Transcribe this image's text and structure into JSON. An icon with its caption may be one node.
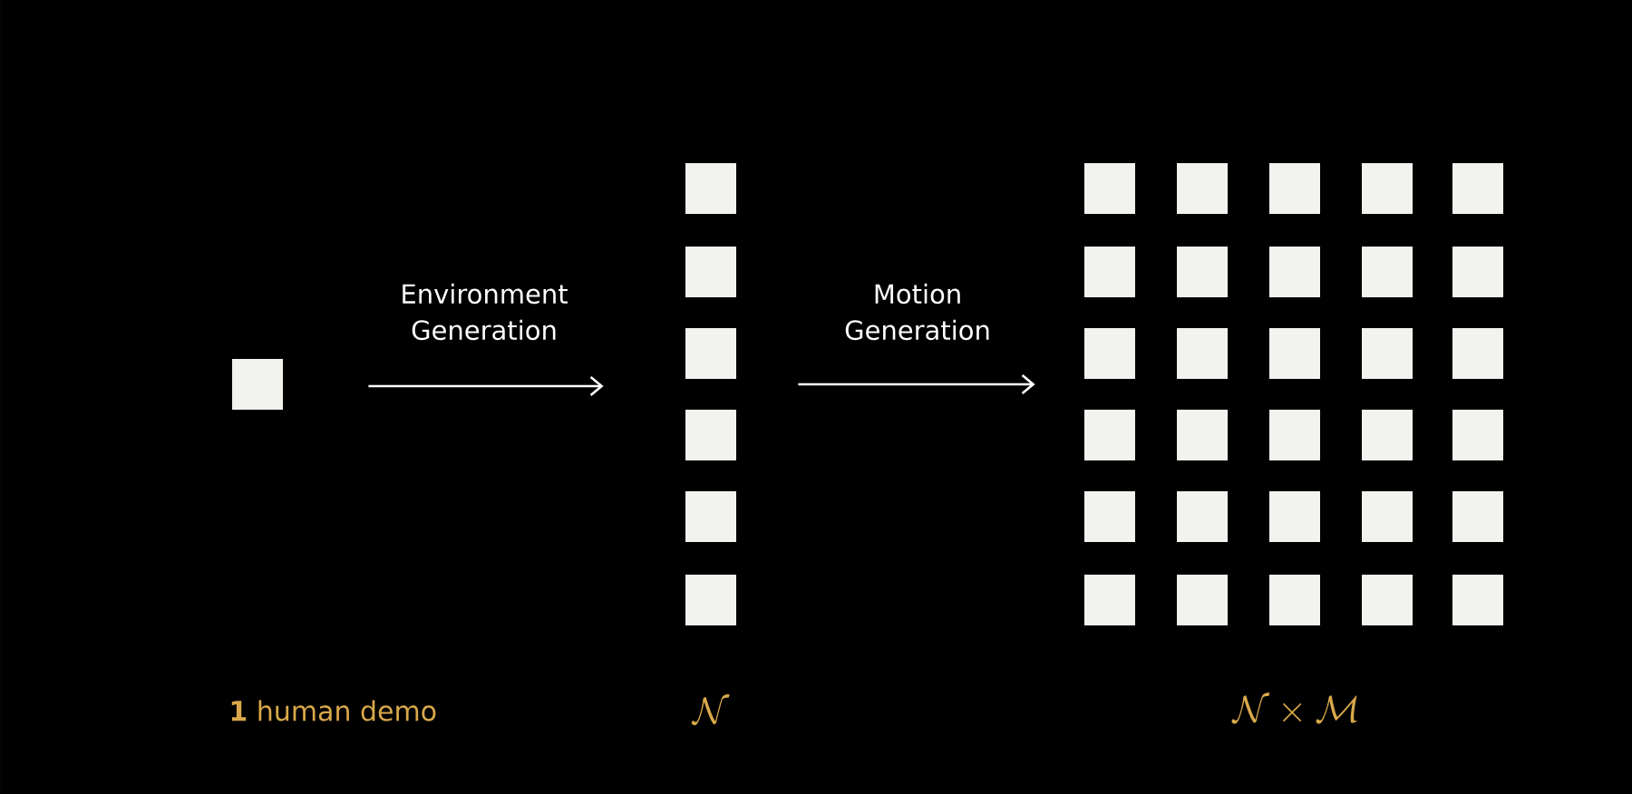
{
  "diagram": {
    "nodes": [
      {
        "text": [],
        "shape": "box"
      },
      {
        "text": [],
        "shape": "box"
      },
      {
        "text": [],
        "shape": "box"
      },
      {
        "text": [],
        "shape": "box"
      },
      {
        "text": [],
        "shape": "box"
      },
      {
        "text": [],
        "shape": "box"
      },
      {
        "text": [],
        "shape": "box"
      },
      {
        "text": [],
        "shape": "box"
      },
      {
        "text": [],
        "shape": "box"
      },
      {
        "text": [],
        "shape": "box"
      },
      {
        "text": [],
        "shape": "box"
      },
      {
        "text": [],
        "shape": "box"
      },
      {
        "text": [],
        "shape": "box"
      },
      {
        "text": [],
        "shape": "box"
      },
      {
        "text": [],
        "shape": "box"
      },
      {
        "text": [],
        "shape": "box"
      },
      {
        "text": [],
        "shape": "box"
      },
      {
        "text": [],
        "shape": "box"
      },
      {
        "text": [],
        "shape": "box"
      },
      {
        "text": [],
        "shape": "box"
      },
      {
        "text": [],
        "shape": "box"
      },
      {
        "text": [],
        "shape": "box"
      },
      {
        "text": [],
        "shape": "box"
      },
      {
        "text": [],
        "shape": "box"
      },
      {
        "text": [],
        "shape": "box"
      },
      {
        "text": [],
        "shape": "box"
      },
      {
        "text": [],
        "shape": "box"
      },
      {
        "text": [],
        "shape": "box"
      },
      {
        "text": [],
        "shape": "box"
      },
      {
        "text": [],
        "shape": "box"
      },
      {
        "text": [],
        "shape": "box"
      },
      {
        "text": [],
        "shape": "box"
      },
      {
        "text": [],
        "shape": "box"
      },
      {
        "text": [],
        "shape": "box"
      },
      {
        "text": [],
        "shape": "box"
      },
      {
        "text": [],
        "shape": "box"
      },
      {
        "text": [],
        "shape": "box"
      }
    ],
    "edges": [
      {
        "from": 0,
        "to": 3,
        "arrow": "to",
        "label": "Environment Generation"
      },
      {
        "from": 3,
        "to": 17,
        "arrow": "to",
        "label": "Motion Generation"
      }
    ],
    "labels": [
      "**1** human demo",
      "\\mathcal{N}",
      "\\mathcal{N}\\times\\mathcal{M}"
    ]
  }
}
